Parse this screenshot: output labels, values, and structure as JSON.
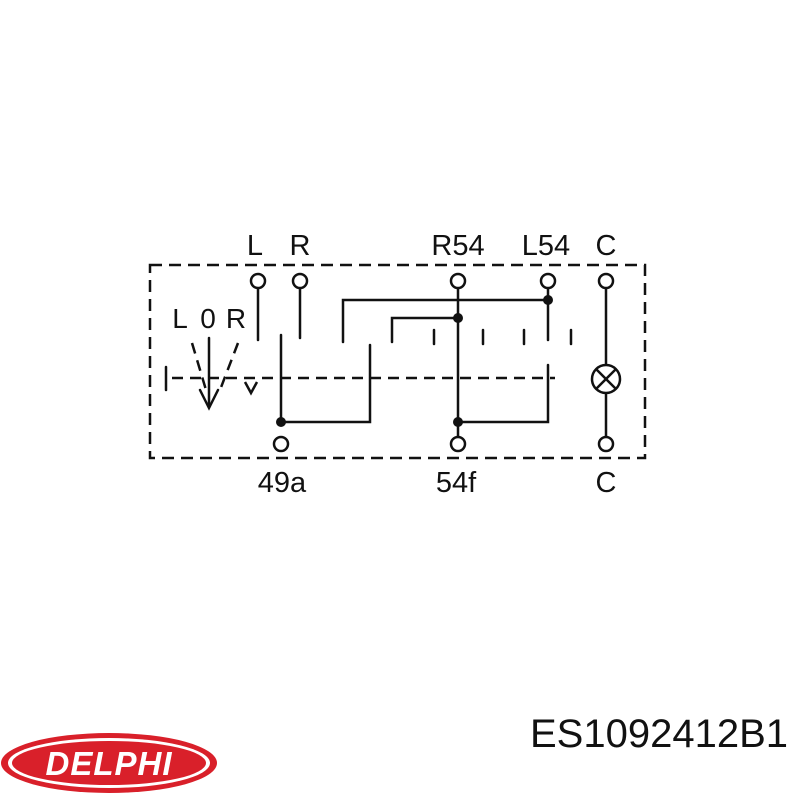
{
  "terminals_top": [
    "L",
    "R",
    "R54",
    "L54",
    "C"
  ],
  "terminals_bottom": [
    "49a",
    "54f",
    "C"
  ],
  "switch_labels": [
    "L",
    "0",
    "R"
  ],
  "brand": {
    "name": "DELPHI",
    "color": "#d9202a"
  },
  "part_number": "ES1092412B1",
  "icons": {
    "lamp": "indicator-lamp-icon",
    "logo": "delphi-logo"
  }
}
